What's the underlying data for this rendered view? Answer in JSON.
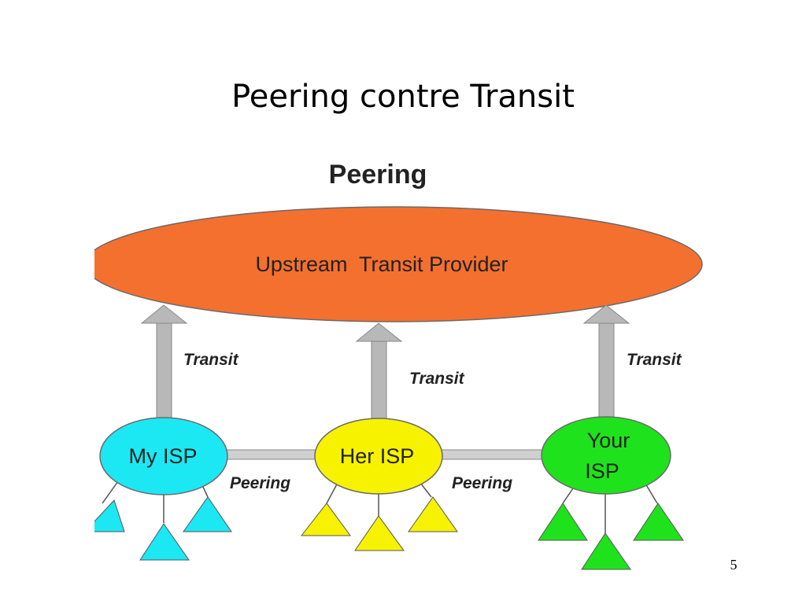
{
  "slide": {
    "title": "Peering contre Transit",
    "page_number": "5"
  },
  "diagram": {
    "heading": "Peering",
    "upstream_label": "Upstream  Transit Provider",
    "transit_labels": [
      "Transit",
      "Transit",
      "Transit"
    ],
    "peering_labels": [
      "Peering",
      "Peering"
    ],
    "isps": [
      {
        "label_lines": [
          "My ISP"
        ]
      },
      {
        "label_lines": [
          "Her ISP"
        ]
      },
      {
        "label_lines": [
          "Your",
          "ISP"
        ]
      }
    ],
    "colors": {
      "upstream": "#f4702f",
      "my_isp": "#1ce8f4",
      "her_isp": "#f7f200",
      "your_isp": "#1ee31c",
      "arrow": "#b8b8b8",
      "outline": "#6a6a6a"
    }
  }
}
